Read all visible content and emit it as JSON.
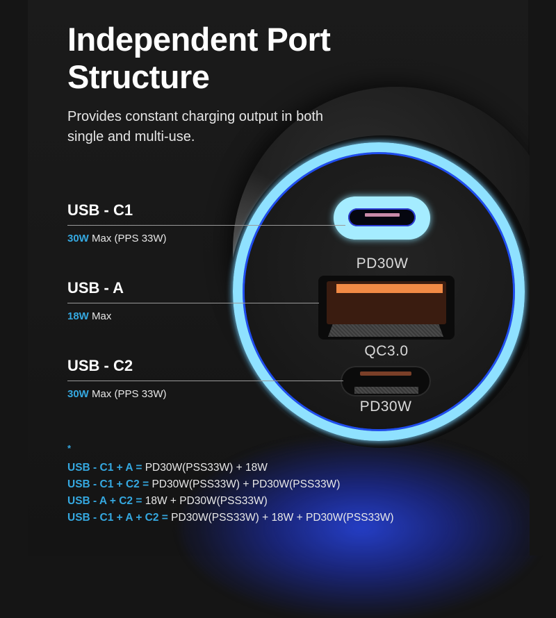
{
  "colors": {
    "background": "#151515",
    "accent_blue": "#35a8e0",
    "ring_glow": "#8fe1ff",
    "usb_a_tongue": "#f28a45",
    "text_white": "#ffffff"
  },
  "header": {
    "title": "Independent Port Structure",
    "subtitle": "Provides constant charging output in both single and multi-use."
  },
  "ports": [
    {
      "name": "USB - C1",
      "watt": "30W",
      "spec": " Max (PPS 33W)",
      "device_label": "PD30W"
    },
    {
      "name": "USB - A",
      "watt": "18W",
      "spec": " Max",
      "device_label": "QC3.0"
    },
    {
      "name": "USB - C2",
      "watt": "30W",
      "spec": " Max (PPS 33W)",
      "device_label": "PD30W"
    }
  ],
  "combinations": {
    "marker": "*",
    "items": [
      {
        "key": "USB - C1 + A =",
        "value": " PD30W(PSS33W) + 18W"
      },
      {
        "key": "USB - C1 + C2 =",
        "value": " PD30W(PSS33W) + PD30W(PSS33W)"
      },
      {
        "key": "USB - A + C2 =",
        "value": " 18W + PD30W(PSS33W)"
      },
      {
        "key": "USB - C1 + A + C2 =",
        "value": " PD30W(PSS33W) + 18W + PD30W(PSS33W)"
      }
    ]
  }
}
